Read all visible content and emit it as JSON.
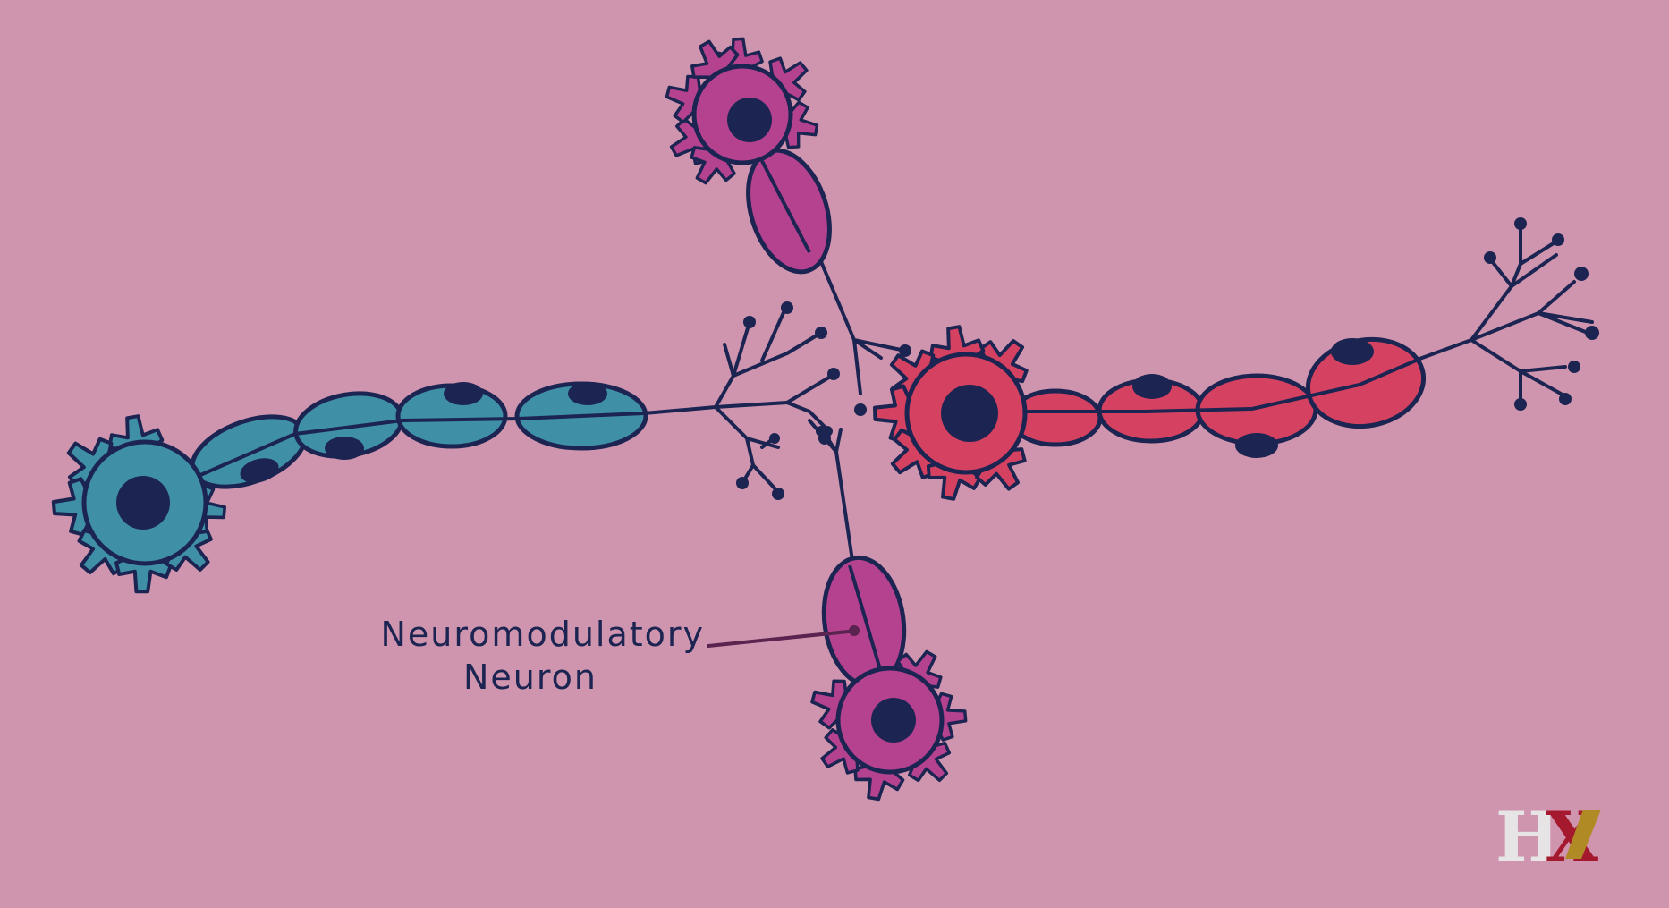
{
  "annotation": {
    "line1": "Neuromodulatory",
    "line2": "Neuron"
  },
  "logo": {
    "h": "H",
    "x": "X"
  },
  "colors": {
    "background": "#cf95ae",
    "outline": "#1c2452",
    "nucleus": "#1c2452",
    "teal_neuron": "#3f8fa6",
    "red_neuron": "#d54160",
    "modulatory_neuron": "#b5428f",
    "label_leader": "#5a2350",
    "logo_h": "#e6e4e4",
    "logo_x_left": "#a5192e",
    "logo_x_right": "#b08a25"
  },
  "icons": [
    "neuron-cell-body",
    "myelin-sheath",
    "axon-terminal",
    "harvardx-logo"
  ]
}
